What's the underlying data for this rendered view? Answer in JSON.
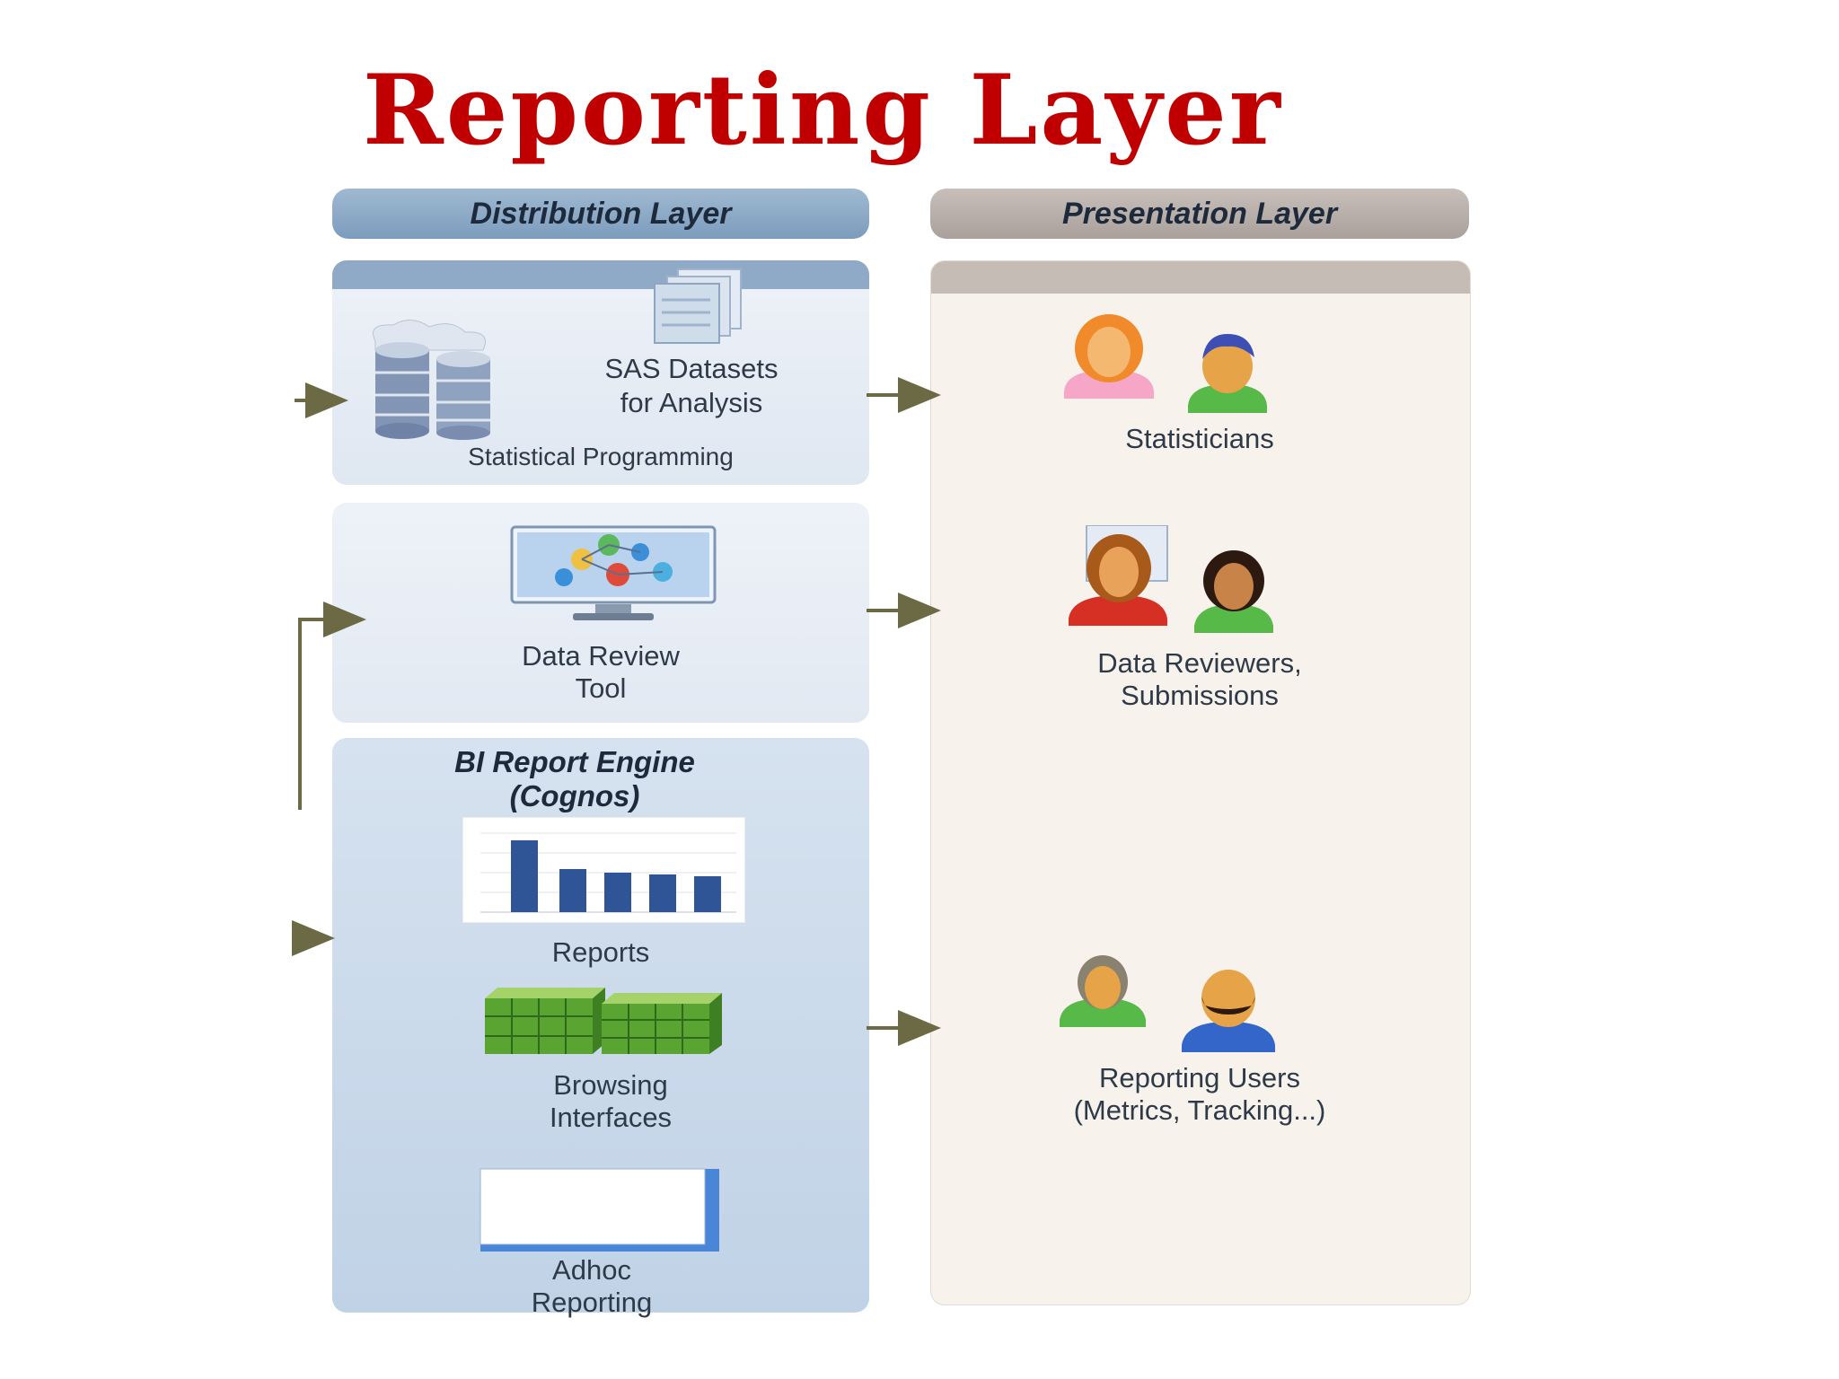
{
  "title": "Reporting Layer",
  "distribution": {
    "header": "Distribution Layer",
    "sas": {
      "label_line1": "SAS Datasets",
      "label_line2": "for Analysis",
      "caption": "Statistical Programming"
    },
    "data_review": {
      "label_line1": "Data Review",
      "label_line2": "Tool"
    },
    "bi_engine": {
      "title_line1": "BI Report Engine",
      "title_line2": "(Cognos)",
      "reports_label": "Reports",
      "browsing_line1": "Browsing",
      "browsing_line2": "Interfaces",
      "adhoc_line1": "Adhoc",
      "adhoc_line2": "Reporting"
    }
  },
  "presentation": {
    "header": "Presentation Layer",
    "statisticians": "Statisticians",
    "reviewers_line1": "Data Reviewers,",
    "reviewers_line2": "Submissions",
    "reporting_line1": "Reporting Users",
    "reporting_line2": "(Metrics, Tracking...)"
  },
  "colors": {
    "title": "#c00000",
    "arrow": "#6b6a45",
    "distribution_header": "#8eaac7",
    "presentation_header": "#b5aca7"
  },
  "icons": [
    "database-icon",
    "documents-icon",
    "monitor-chart-icon",
    "bar-chart-icon",
    "grid-blocks-icon",
    "blank-window-icon",
    "people-icon"
  ]
}
